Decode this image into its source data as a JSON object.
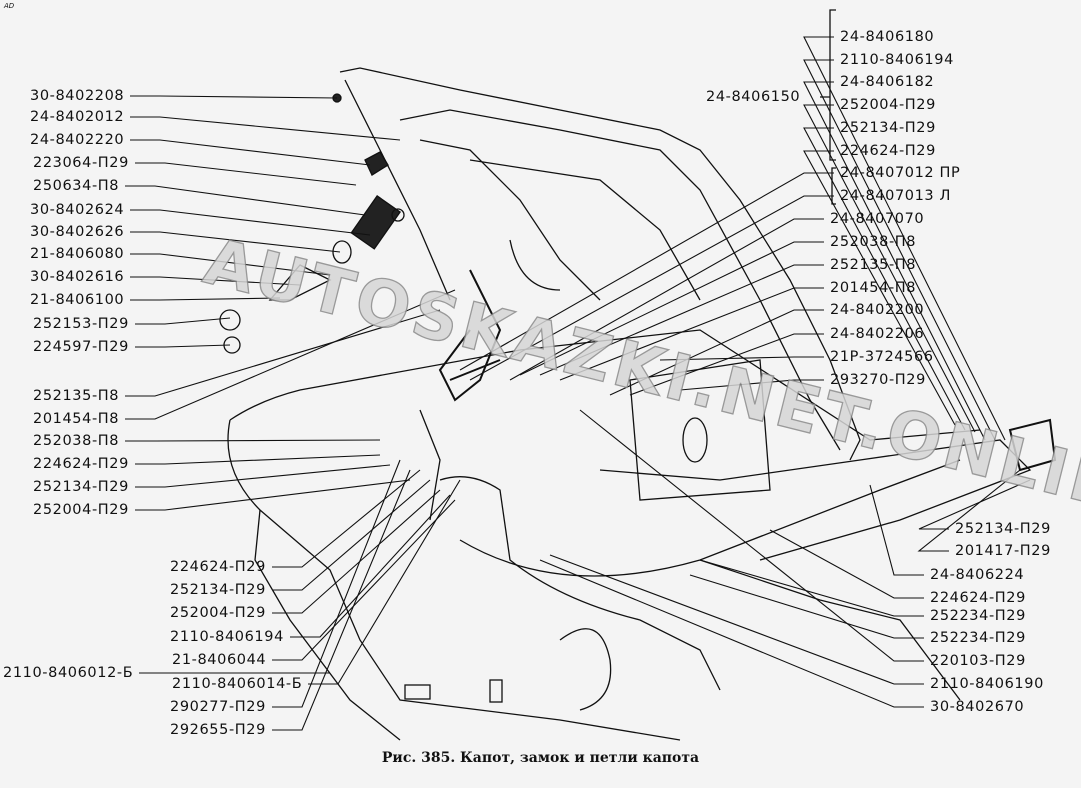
{
  "corner_mark": "AD",
  "watermark": "AUTOSKAZKI.NET.ONLINE",
  "caption": "Рис. 385. Капот, замок и петли капота",
  "labels": [
    "30-8402208",
    "24-8402012",
    "24-8402220",
    "223064-П29",
    "250634-П8",
    "30-8402624",
    "30-8402626",
    "21-8406080",
    "30-8402616",
    "21-8406100",
    "252153-П29",
    "224597-П29",
    "252135-П8",
    "201454-П8",
    "252038-П8",
    "224624-П29",
    "252134-П29",
    "252004-П29",
    "224624-П29",
    "252134-П29",
    "252004-П29",
    "2110-8406194",
    "21-8406044",
    "2110-8406014-Б",
    "290277-П29",
    "292655-П29",
    "2110-8406012-Б",
    "24-8406180",
    "2110-8406194",
    "24-8406182",
    "252004-П29",
    "252134-П29",
    "224624-П29",
    "24-8406150",
    "24-8407012 ПР",
    "24-8407013 Л",
    "24-8407070",
    "252038-П8",
    "252135-П8",
    "201454-П8",
    "24-8402200",
    "24-8402206",
    "21Р-3724566",
    "293270-П29",
    "252134-П29",
    "201417-П29",
    "24-8406224",
    "224624-П29",
    "252234-П29",
    "252234-П29",
    "220103-П29",
    "2110-8406190",
    "30-8402670"
  ]
}
